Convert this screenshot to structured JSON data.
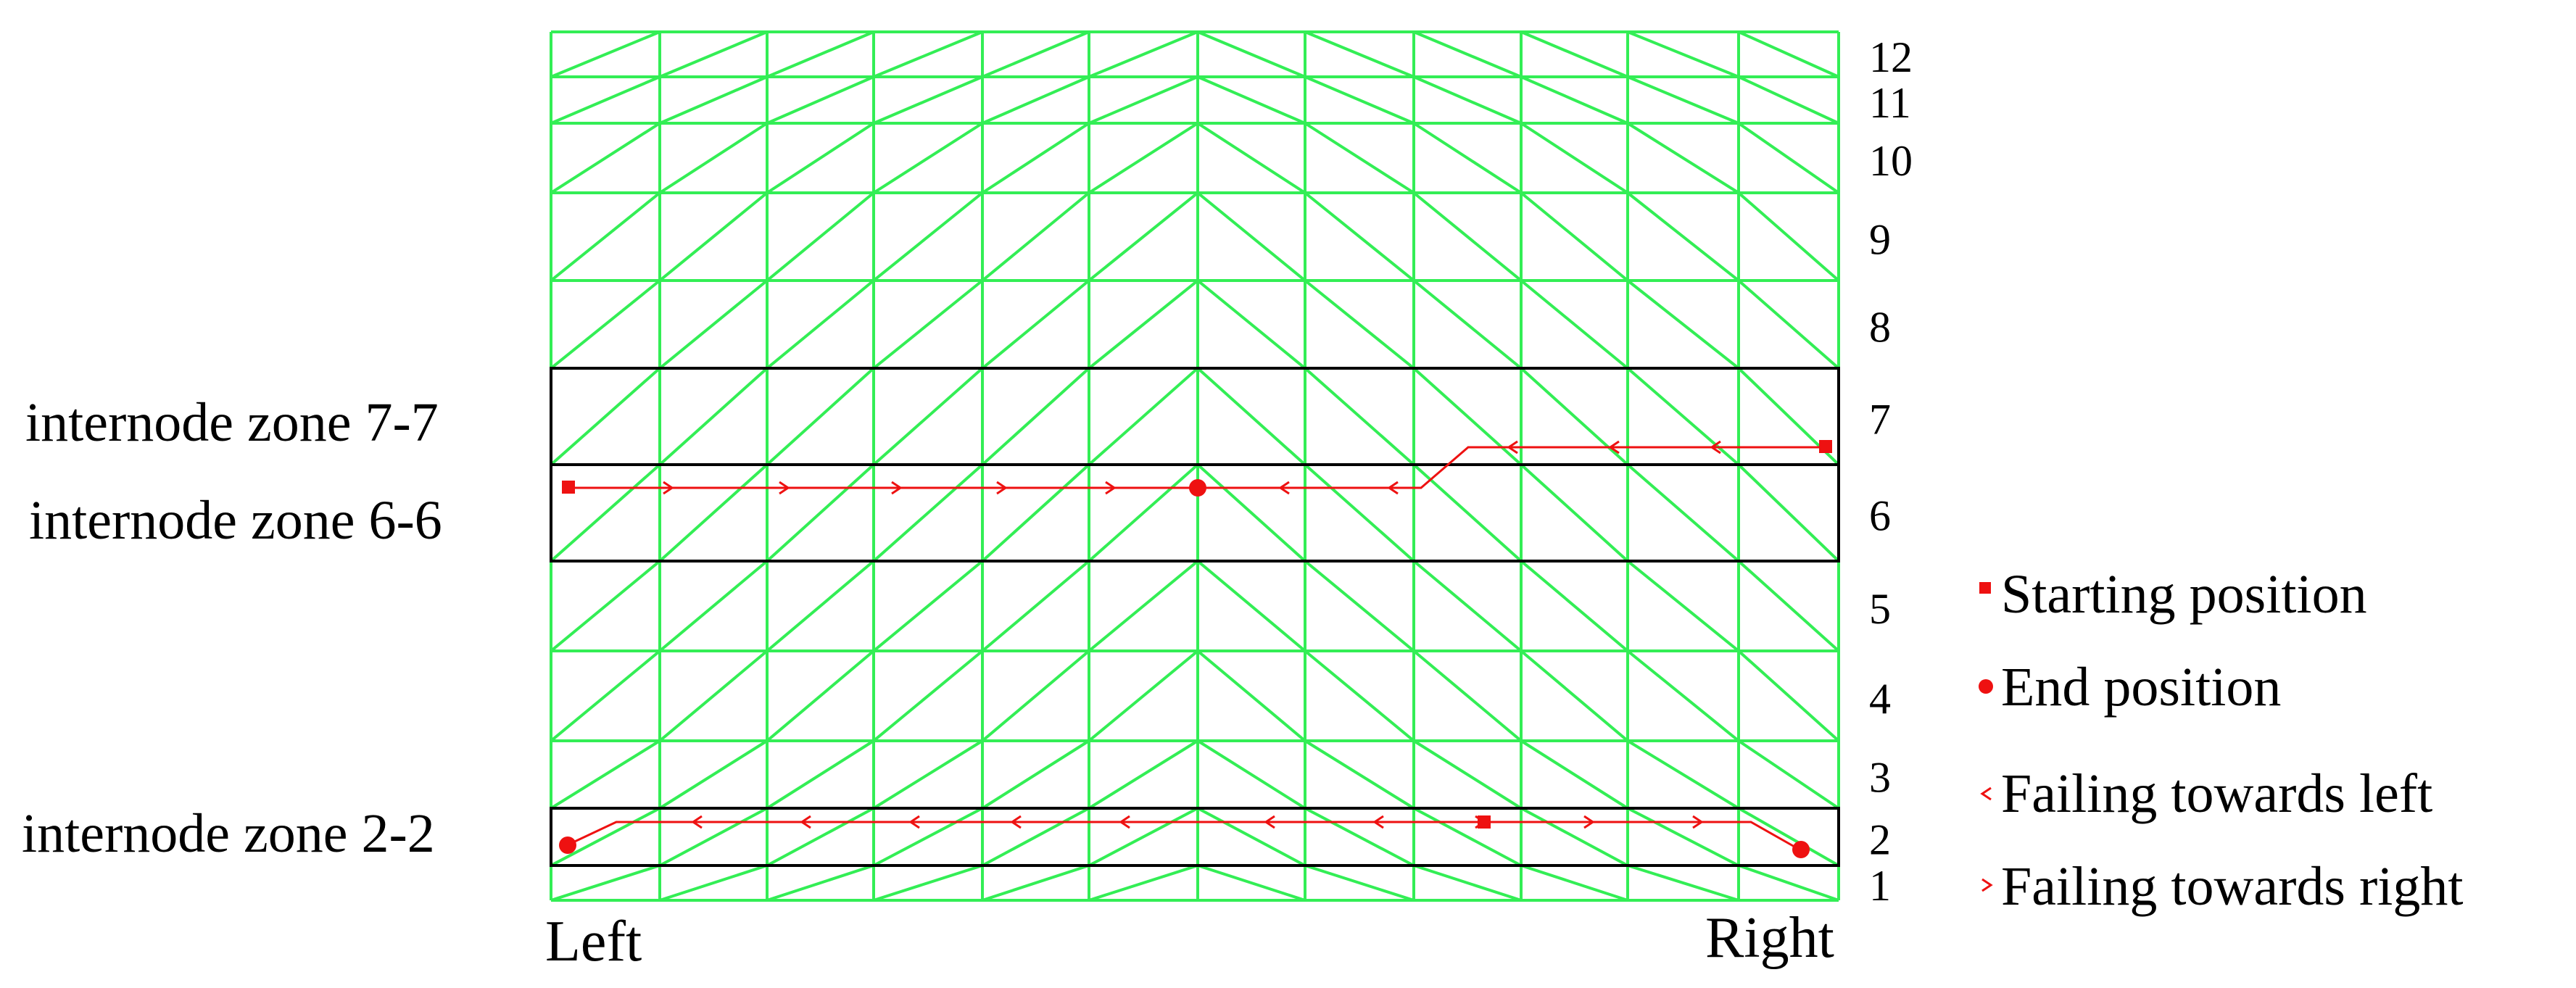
{
  "mesh": {
    "columns": 12,
    "row_count": 12,
    "row_labels": [
      "1",
      "2",
      "3",
      "4",
      "5",
      "6",
      "7",
      "8",
      "9",
      "10",
      "11",
      "12"
    ],
    "color": "#33ee55"
  },
  "zones": [
    {
      "label": "internode zone 7-7",
      "rows": [
        7,
        7
      ]
    },
    {
      "label": "internode zone 6-6",
      "rows": [
        6,
        6
      ]
    },
    {
      "label": "internode zone 2-2",
      "rows": [
        2,
        2
      ]
    }
  ],
  "side_labels": {
    "left": "Left",
    "right": "Right"
  },
  "legend": {
    "items": [
      {
        "symbol": "square",
        "label": "Starting position"
      },
      {
        "symbol": "dot",
        "label": "End position"
      },
      {
        "symbol": "arrow-left",
        "label": "Failing towards left"
      },
      {
        "symbol": "arrow-right",
        "label": "Failing towards right"
      }
    ]
  },
  "colors": {
    "path": "#ee1111",
    "zone_border": "#000000",
    "mesh": "#33ee55"
  }
}
